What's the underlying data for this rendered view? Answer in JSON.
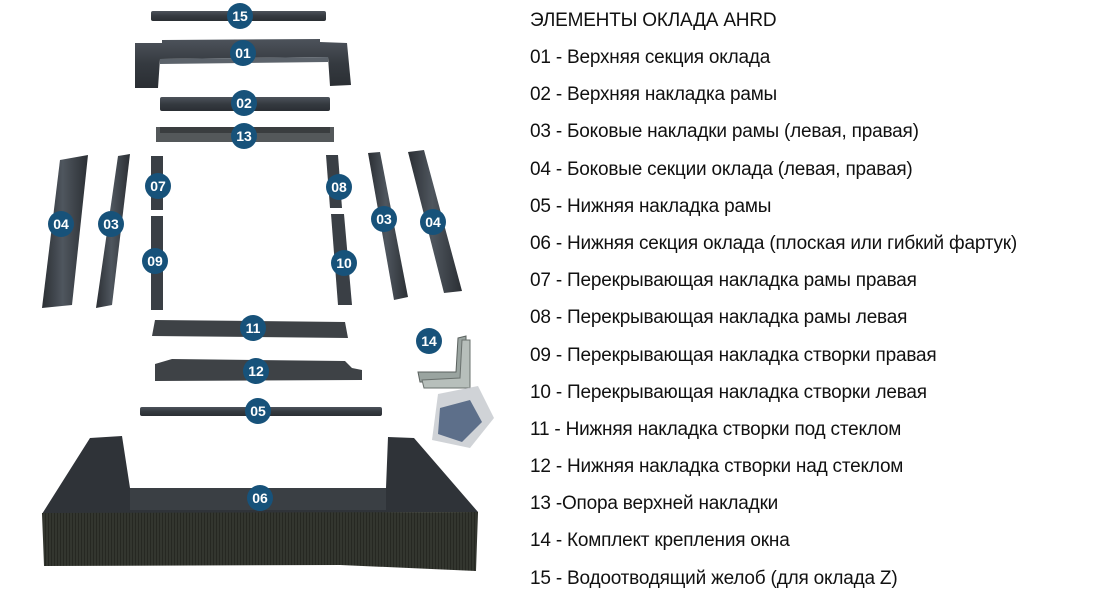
{
  "legend": {
    "title": "ЭЛЕМЕНТЫ ОКЛАДА AHRD",
    "items": [
      {
        "num": "01",
        "label": "01 - Верхняя секция оклада"
      },
      {
        "num": "02",
        "label": "02 - Верхняя накладка рамы"
      },
      {
        "num": "03",
        "label": "03 - Боковые накладки рамы (левая, правая)"
      },
      {
        "num": "04",
        "label": "04 - Боковые секции оклада (левая, правая)"
      },
      {
        "num": "05",
        "label": "05 - Нижняя накладка рамы"
      },
      {
        "num": "06",
        "label": "06 - Нижняя секция оклада (плоская или гибкий фартук)"
      },
      {
        "num": "07",
        "label": "07 - Перекрывающая накладка рамы правая"
      },
      {
        "num": "08",
        "label": "08 - Перекрывающая накладка рамы левая"
      },
      {
        "num": "09",
        "label": "09 - Перекрывающая накладка створки правая"
      },
      {
        "num": "10",
        "label": "10 - Перекрывающая накладка створки левая"
      },
      {
        "num": "11",
        "label": "11 - Нижняя накладка створки под стеклом"
      },
      {
        "num": "12",
        "label": "12 - Нижняя накладка створки над стеклом"
      },
      {
        "num": "13",
        "label": "13 -Опора верхней накладки"
      },
      {
        "num": "14",
        "label": "14 - Комплект крепления окна"
      },
      {
        "num": "15",
        "label": "15 - Водоотводящий желоб (для оклада Z)"
      }
    ]
  },
  "badges": {
    "b15": "15",
    "b01": "01",
    "b02": "02",
    "b13": "13",
    "b04l": "04",
    "b03l": "03",
    "b07": "07",
    "b09": "09",
    "b08": "08",
    "b10": "10",
    "b03r": "03",
    "b04r": "04",
    "b11": "11",
    "b12": "12",
    "b05": "05",
    "b14": "14",
    "b06": "06"
  },
  "colors": {
    "badge": "#17527a",
    "part_dark": "#3a3f45",
    "part_mid": "#4a5058",
    "apron": "#2e312c"
  }
}
